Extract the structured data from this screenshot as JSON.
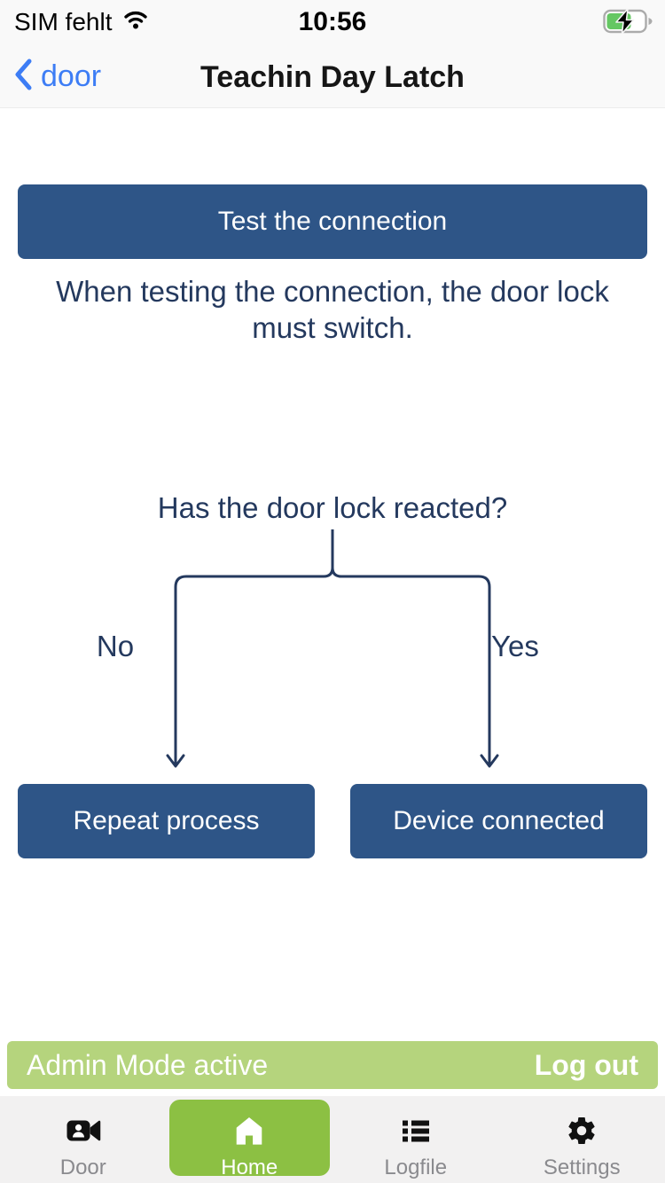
{
  "status_bar": {
    "carrier": "SIM fehlt",
    "time": "10:56",
    "wifi_icon": "wifi-icon",
    "battery_icon": "battery-charging-icon"
  },
  "nav_bar": {
    "back_label": "door",
    "title": "Teachin Day Latch"
  },
  "content": {
    "test_button": "Test the connection",
    "instruction_line1": "When testing the connection, the door lock",
    "instruction_line2": "must switch.",
    "question": "Has the door lock reacted?",
    "branch_no": "No",
    "branch_yes": "Yes",
    "repeat_button": "Repeat process",
    "connected_button": "Device connected"
  },
  "admin_banner": {
    "status": "Admin Mode active",
    "logout": "Log out"
  },
  "tab_bar": {
    "items": [
      {
        "label": "Door",
        "icon": "video-camera-icon",
        "active": false
      },
      {
        "label": "Home",
        "icon": "home-icon",
        "active": true
      },
      {
        "label": "Logfile",
        "icon": "list-icon",
        "active": false
      },
      {
        "label": "Settings",
        "icon": "gear-icon",
        "active": false
      }
    ]
  },
  "colors": {
    "primary_blue": "#2E5587",
    "navy_text": "#24395E",
    "ios_blue": "#3D7DF5",
    "banner_green": "#B5D47D",
    "active_tab_green": "#8CC043"
  }
}
